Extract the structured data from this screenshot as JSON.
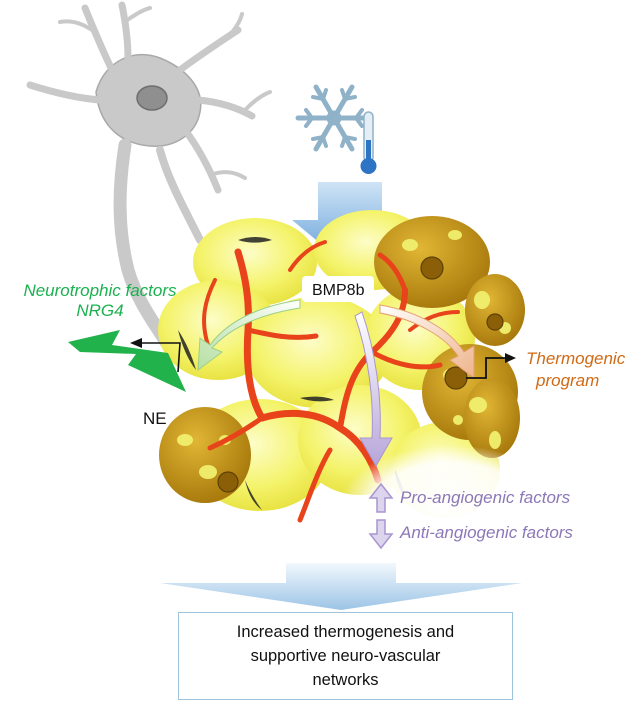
{
  "labels": {
    "neurotrophic_line1": "Neurotrophic factors",
    "neurotrophic_line2": "NRG4",
    "ne": "NE",
    "bmp8b": "BMP8b",
    "thermogenic_line1": "Thermogenic",
    "thermogenic_line2": "program",
    "pro_angiogenic": "Pro-angiogenic factors",
    "anti_angiogenic": "Anti-angiogenic factors"
  },
  "outcome": {
    "text": "Increased thermogenesis and supportive neuro-vascular networks"
  },
  "colors": {
    "neurotrophic_green": "#1bb14f",
    "thermogenic_orange": "#cf6a15",
    "angiogenic_purple": "#8b78b8",
    "vessel_red": "#e8431b",
    "adipocyte_yellow": "#f3f05a",
    "brown_adipocyte": "#c4900e",
    "cold_blue": "#7fb6e3"
  },
  "icons": [
    "neuron-icon",
    "snowflake-icon",
    "thermometer-icon",
    "lightning-bolt-icon"
  ]
}
